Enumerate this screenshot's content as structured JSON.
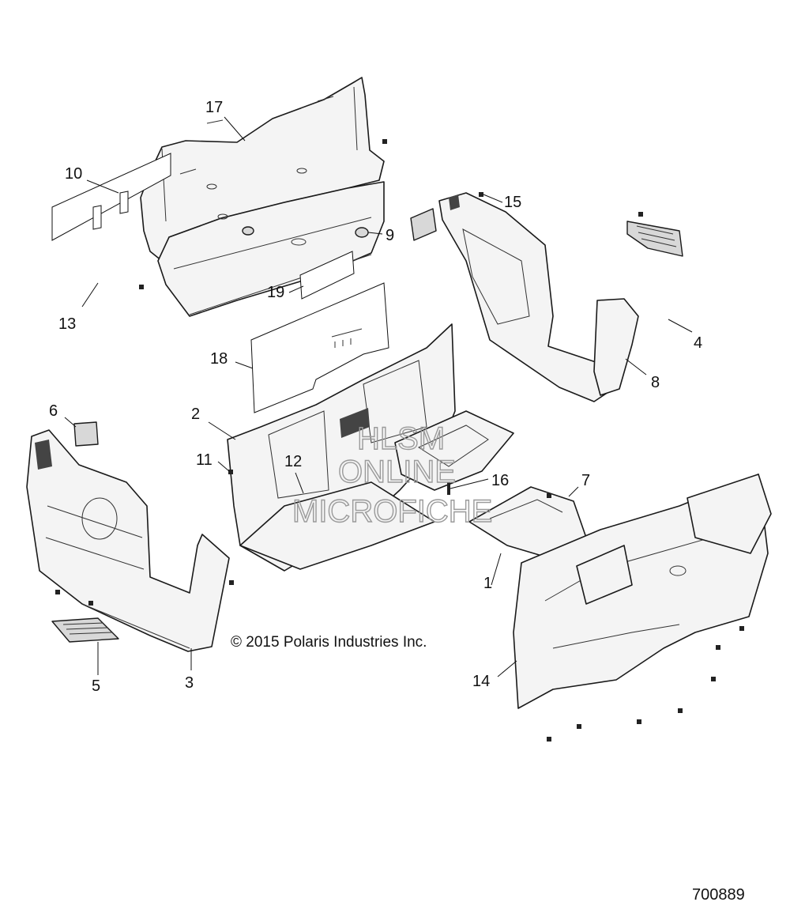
{
  "diagram": {
    "copyright": "© 2015 Polaris Industries Inc.",
    "drawing_number": "700889",
    "watermark": [
      "HLSM",
      "ONLINE",
      "MICROFICHE"
    ],
    "callouts": [
      "1",
      "2",
      "3",
      "4",
      "5",
      "6",
      "7",
      "8",
      "9",
      "10",
      "11",
      "12",
      "13",
      "14",
      "15",
      "16",
      "17",
      "18",
      "19"
    ]
  }
}
